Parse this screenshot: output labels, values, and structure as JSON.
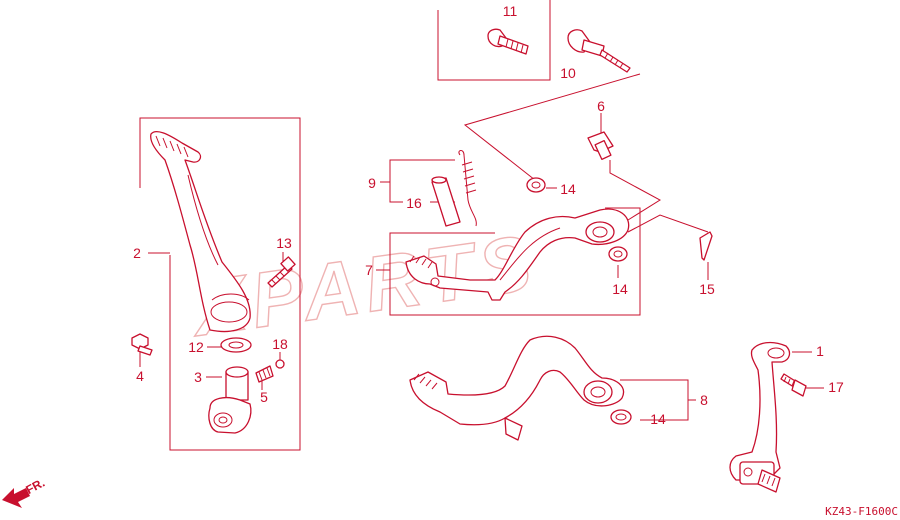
{
  "watermark": "XPARTS",
  "diagram_code": "KZ43-F1600C",
  "front_marker": "FR.",
  "accent_color": "#c8102e",
  "callouts": {
    "1": "1",
    "2": "2",
    "3": "3",
    "4": "4",
    "5": "5",
    "6": "6",
    "7": "7",
    "8": "8",
    "9": "9",
    "10": "10",
    "11": "11",
    "12": "12",
    "13": "13",
    "14": "14",
    "15": "15",
    "16": "16",
    "17": "17",
    "18": "18"
  }
}
